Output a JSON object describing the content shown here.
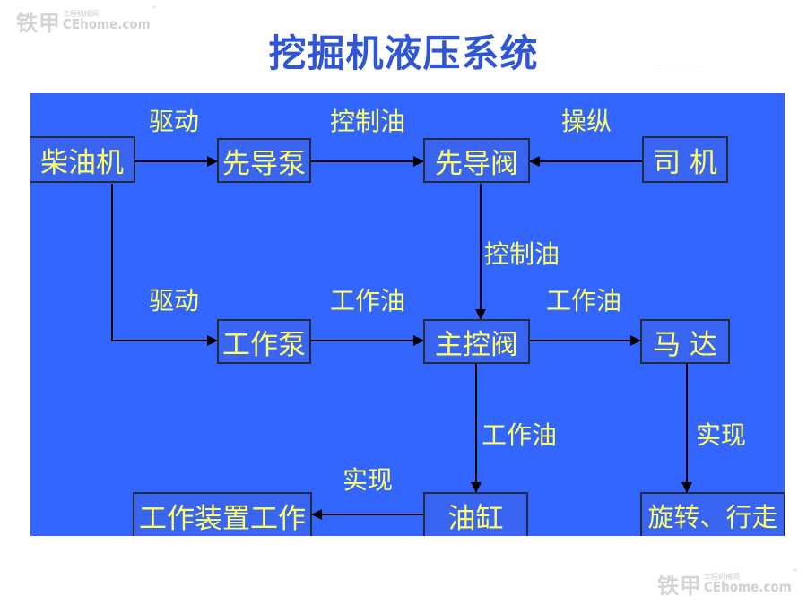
{
  "logo": {
    "cn": "铁甲",
    "tag": "工程机械网",
    "en": "CEhome.com",
    "tm": "™"
  },
  "title": "挖掘机液压系统",
  "nodes": {
    "diesel": "柴油机",
    "pilot_pump": "先导泵",
    "pilot_valve": "先导阀",
    "driver": "司 机",
    "work_pump": "工作泵",
    "main_valve": "主控阀",
    "motor": "马 达",
    "cylinder": "油缸",
    "work_device": "工作装置工作",
    "travel": "旋转、行走"
  },
  "edges": {
    "drive_top": "驱动",
    "control_oil_top": "控制油",
    "operate": "操纵",
    "control_oil_down": "控制油",
    "drive_bottom": "驱动",
    "work_oil_left": "工作油",
    "work_oil_right": "工作油",
    "work_oil_down": "工作油",
    "realize_left": "实现",
    "realize_right": "实现"
  },
  "colors": {
    "panel": "#3366ff",
    "box_text": "#ffff66",
    "title": "#2f56d6",
    "arrow": "#000000"
  }
}
